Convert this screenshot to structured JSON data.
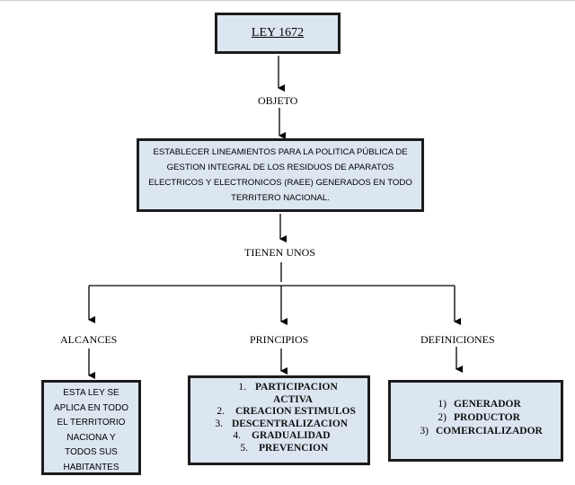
{
  "title": "LEY 1672",
  "connector_1": "OBJETO",
  "objective": "ESTABLECER LINEAMIENTOS PARA LA POLITICA PÚBLICA DE GESTION INTEGRAL DE LOS RESIDUOS DE APARATOS ELECTRICOS Y ELECTRONICOS (RAEE) GENERADOS EN TODO TERRITERO NACIONAL.",
  "objective_lines": [
    "ESTABLECER LINEAMIENTOS PARA LA POLITICA PÚBLICA DE",
    "GESTION INTEGRAL DE LOS RESIDUOS DE APARATOS",
    "ELECTRICOS Y ELECTRONICOS (RAEE) GENERADOS EN TODO",
    "TERRITERO NACIONAL."
  ],
  "connector_2": "TIENEN UNOS",
  "branches": {
    "alcances": {
      "label": "ALCANCES",
      "lines": [
        "ESTA LEY SE",
        "APLICA EN TODO",
        "EL TERRITORIO",
        "NACIONA Y",
        "TODOS SUS",
        "HABITANTES"
      ]
    },
    "principios": {
      "label": "PRINCIPIOS",
      "items": [
        {
          "num": "1.",
          "text": "PARTICIPACION"
        },
        {
          "num": "",
          "text": "ACTIVA"
        },
        {
          "num": "2.",
          "text": "CREACION ESTIMULOS"
        },
        {
          "num": "3.",
          "text": "DESCENTRALIZACION"
        },
        {
          "num": "4.",
          "text": "GRADUALIDAD"
        },
        {
          "num": "5.",
          "text": "PREVENCION"
        }
      ]
    },
    "definiciones": {
      "label": "DEFINICIONES",
      "items": [
        {
          "num": "1)",
          "text": "GENERADOR"
        },
        {
          "num": "2)",
          "text": "PRODUCTOR"
        },
        {
          "num": "3)",
          "text": "COMERCIALIZADOR"
        }
      ]
    }
  }
}
